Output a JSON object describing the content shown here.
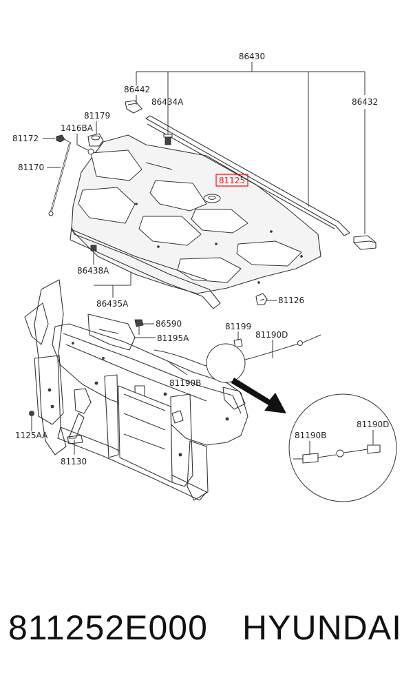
{
  "labels": {
    "l86430": "86430",
    "l86442": "86442",
    "l86434A": "86434A",
    "l86432": "86432",
    "l81179": "81179",
    "l1416BA": "1416BA",
    "l81172": "81172",
    "l81170": "81170",
    "l81125": "81125",
    "l86438A": "86438A",
    "l86435A": "86435A",
    "l81126": "81126",
    "l86590": "86590",
    "l81195A": "81195A",
    "l81199": "81199",
    "l81190D": "81190D",
    "l81190B": "81190B",
    "l1125AA": "1125AA",
    "l81130": "81130",
    "d81190B": "81190B",
    "d81190D": "81190D"
  },
  "footer": {
    "part_number": "811252E000",
    "brand": "HYUNDAI"
  },
  "colors": {
    "highlight": "#e02020",
    "line": "#333333"
  }
}
